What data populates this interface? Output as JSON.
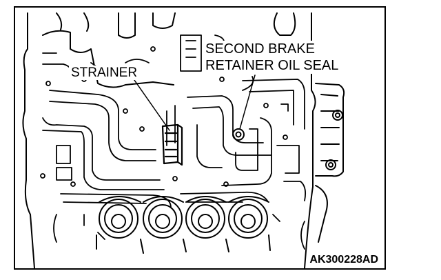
{
  "figure": {
    "callouts": {
      "strainer": "STRAINER",
      "second_brake_line1": "SECOND BRAKE",
      "second_brake_line2": "RETAINER OIL SEAL"
    },
    "figure_code": "AK300228AD"
  },
  "colors": {
    "line": "#000000",
    "background": "#ffffff"
  }
}
